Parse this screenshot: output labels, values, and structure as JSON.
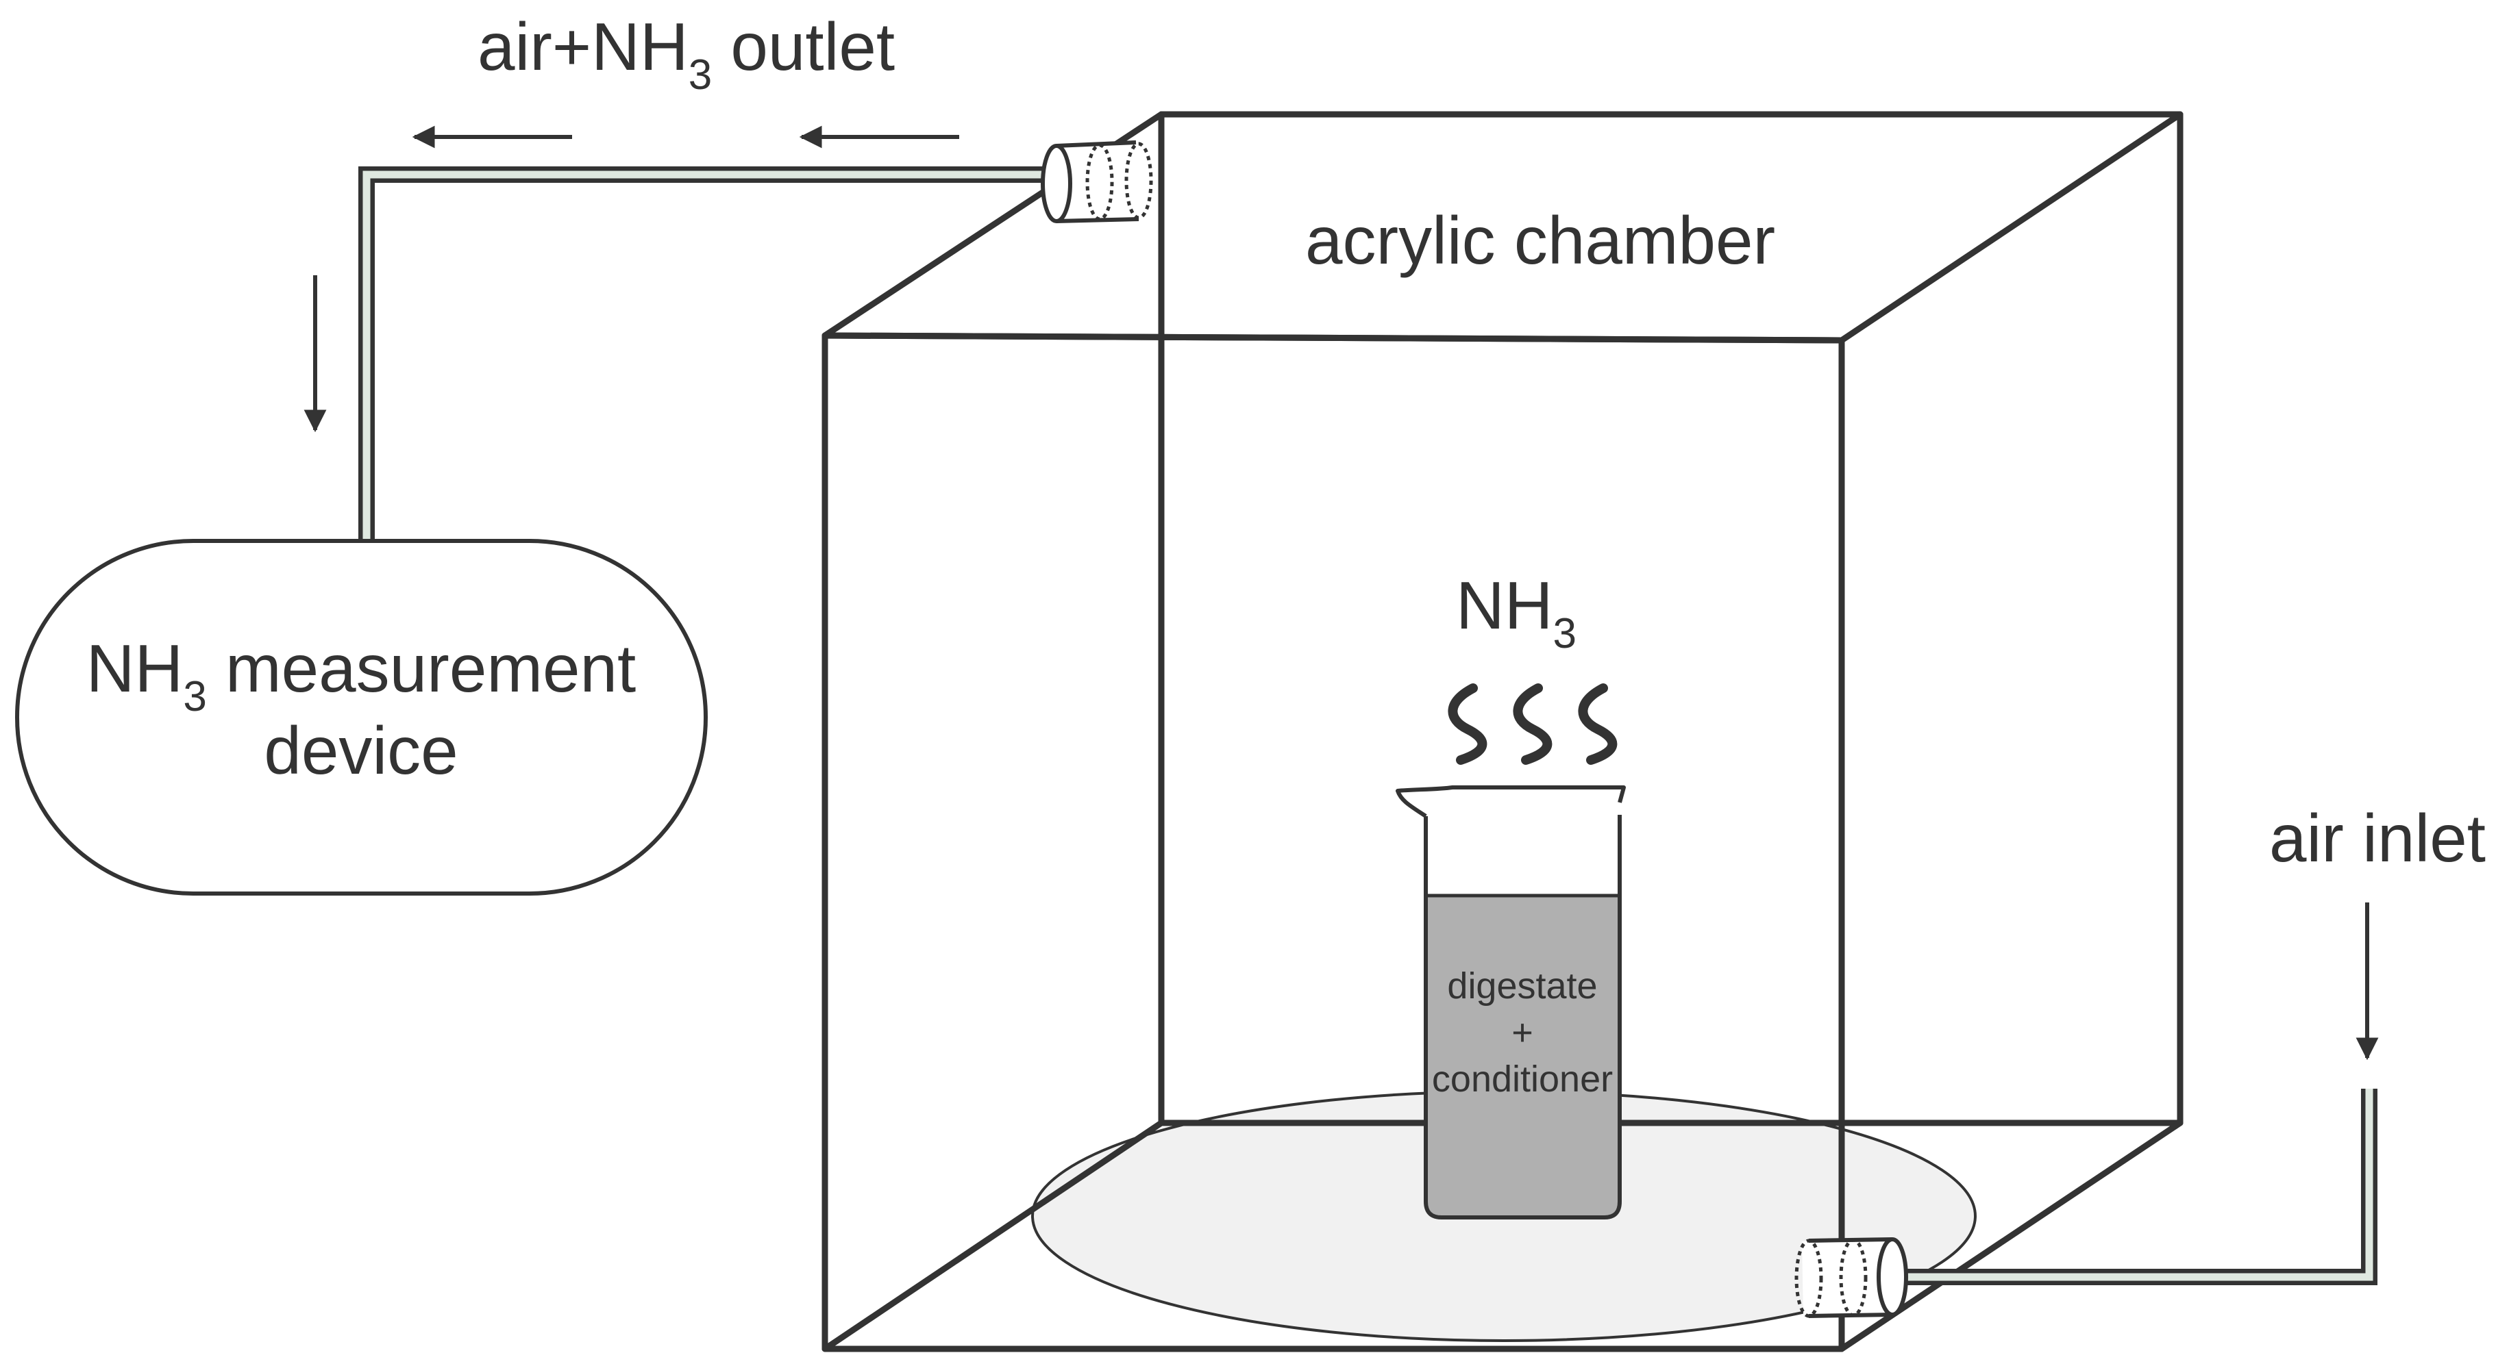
{
  "labels": {
    "outlet_prefix": "air+NH",
    "outlet_sub": "3",
    "outlet_suffix": " outlet",
    "chamber": "acrylic chamber",
    "gas_main": "NH",
    "gas_sub": "3",
    "device_line1_prefix": "NH",
    "device_line1_sub": "3",
    "device_line1_suffix": " measurement",
    "device_line2": "device",
    "inlet": "air inlet",
    "beaker_line1": "digestate",
    "beaker_line2": "+",
    "beaker_line3": "conditioner"
  },
  "colors": {
    "stroke": "#333333",
    "tube_fill": "#dfe8e0",
    "floor_fill": "#f1f1f1",
    "liquid_fill": "#b0b0b0",
    "background": "#ffffff"
  },
  "icons": [
    "flow-arrow-icon",
    "vapor-wave-icon",
    "beaker-icon",
    "tube-connector-icon"
  ]
}
